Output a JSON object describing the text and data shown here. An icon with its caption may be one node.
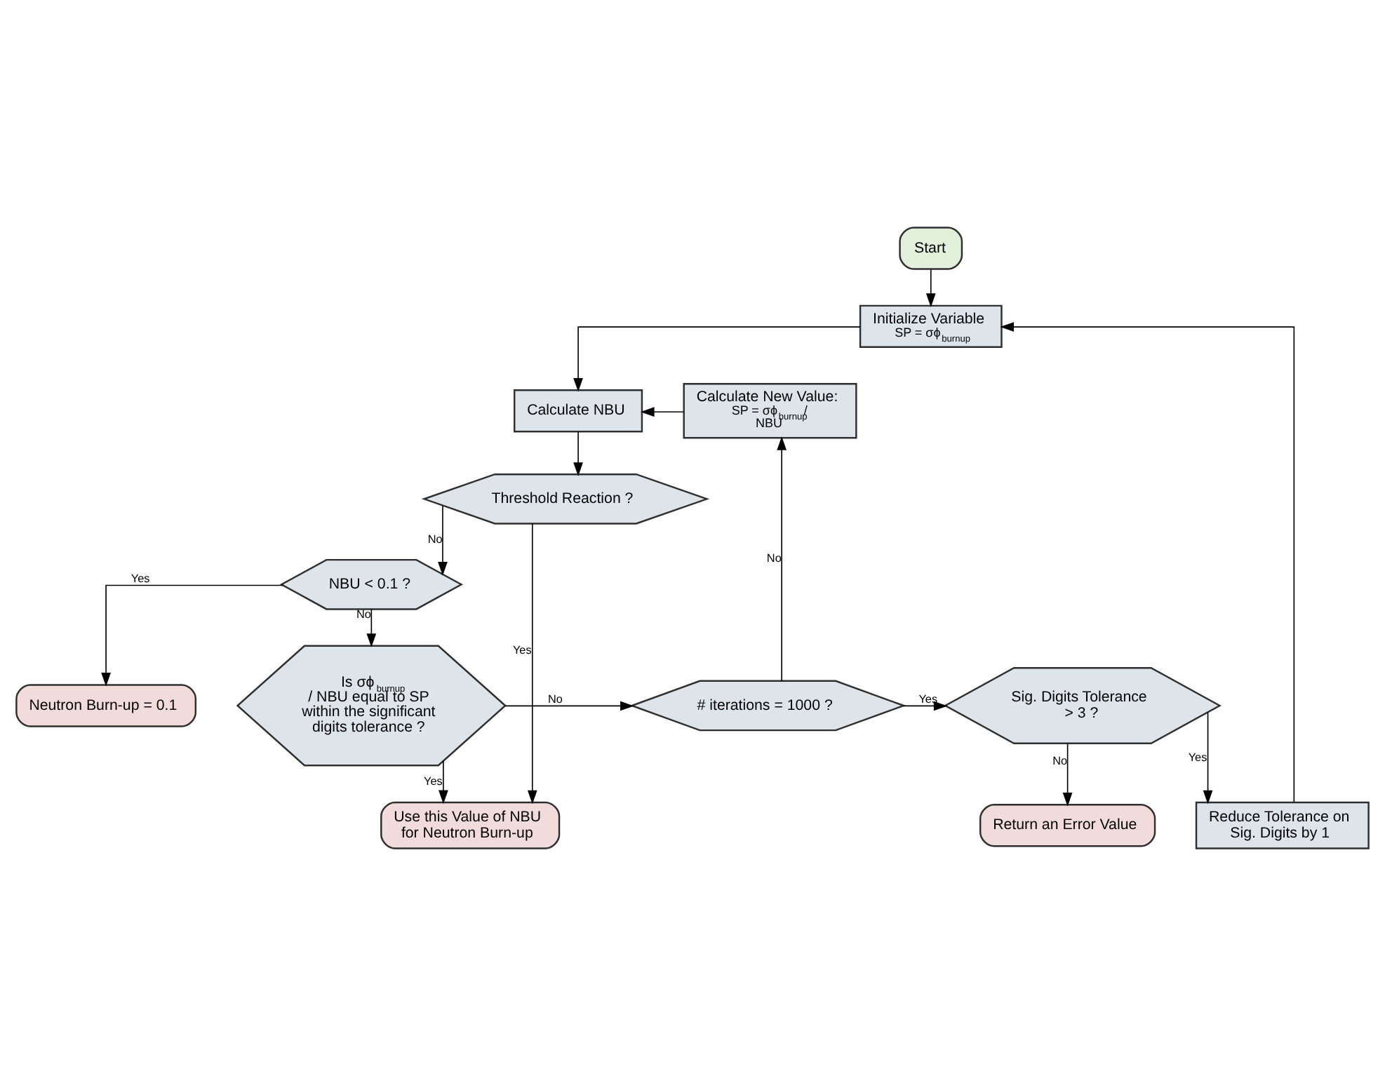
{
  "diagram": {
    "nodes": [
      {
        "text": [
          "Start"
        ]
      },
      {
        "text": [
          "Initialize Variable",
          "SP = σϕ$_{burnup}$"
        ]
      },
      {
        "text": [
          "Calculate New Value:",
          "SP = σϕ$_{burnup}$/ NBU"
        ]
      },
      {
        "text": [
          "Calculate NBU"
        ]
      },
      {
        "text": [
          "Threshold Reaction ?"
        ]
      },
      {
        "text": [
          "NBU < 0.1 ?"
        ]
      },
      {
        "text": [
          "Neutron Burn-up = 0.1"
        ]
      },
      {
        "text": [
          "Is σϕ$_{burnup}$ / NBU equal to SP within the significant digits tolerance ?"
        ]
      },
      {
        "text": [
          "# iterations = 1000 ?"
        ]
      },
      {
        "text": [
          "Sig. Digits Tolerance > 3 ?"
        ]
      },
      {
        "text": [
          "Reduce Tolerance on Sig. Digits by 1"
        ]
      },
      {
        "text": [
          "Return an Error Value"
        ]
      },
      {
        "text": [
          "Use this Value of NBU for Neutron Burn-up"
        ]
      }
    ],
    "edges": [
      {
        "from": 0,
        "to": 1,
        "arrow": "to"
      },
      {
        "from": 1,
        "to": 3,
        "arrow": "to"
      },
      {
        "from": 2,
        "to": 3,
        "arrow": "to"
      },
      {
        "from": 3,
        "to": 4,
        "arrow": "to"
      },
      {
        "from": 4,
        "to": 12,
        "arrow": "to",
        "label": "Yes"
      },
      {
        "from": 4,
        "to": 5,
        "arrow": "to",
        "label": "No"
      },
      {
        "from": 5,
        "to": 6,
        "arrow": "to",
        "label": "Yes"
      },
      {
        "from": 5,
        "to": 7,
        "arrow": "to",
        "label": "No"
      },
      {
        "from": 7,
        "to": 8,
        "arrow": "to",
        "label": "No"
      },
      {
        "from": 7,
        "to": 12,
        "arrow": "to",
        "label": "Yes"
      },
      {
        "from": 8,
        "to": 2,
        "arrow": "to",
        "label": "No"
      },
      {
        "from": 8,
        "to": 9,
        "arrow": "to",
        "label": "Yes"
      },
      {
        "from": 9,
        "to": 10,
        "arrow": "to",
        "label": "Yes"
      },
      {
        "from": 9,
        "to": 11,
        "arrow": "to",
        "label": "No"
      },
      {
        "from": 10,
        "to": 1,
        "arrow": "to"
      }
    ]
  }
}
